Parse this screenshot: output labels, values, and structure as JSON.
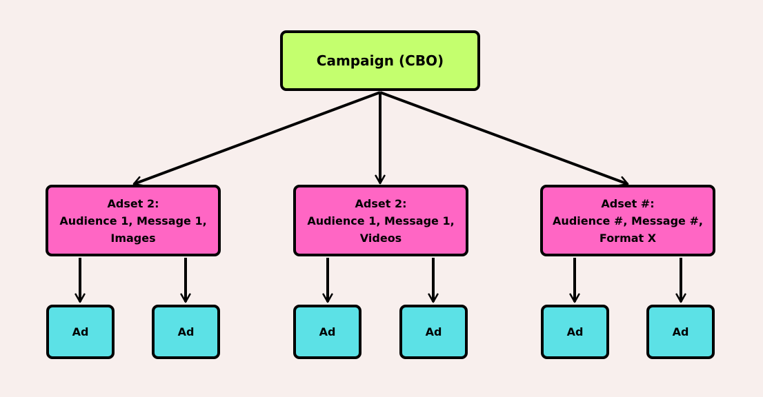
{
  "colors": {
    "background": "#f8efed",
    "campaign_fill": "#c4ff6e",
    "adset_fill": "#ff66c4",
    "ad_fill": "#5ce1e6",
    "stroke": "#000000"
  },
  "campaign": {
    "label": "Campaign (CBO)"
  },
  "adsets": [
    {
      "lines": [
        "Adset 2:",
        "Audience 1, Message 1,",
        "Images"
      ],
      "ads": [
        "Ad",
        "Ad"
      ]
    },
    {
      "lines": [
        "Adset 2:",
        "Audience 1, Message 1,",
        "Videos"
      ],
      "ads": [
        "Ad",
        "Ad"
      ]
    },
    {
      "lines": [
        "Adset #:",
        "Audience #, Message #,",
        "Format X"
      ],
      "ads": [
        "Ad",
        "Ad"
      ]
    }
  ]
}
